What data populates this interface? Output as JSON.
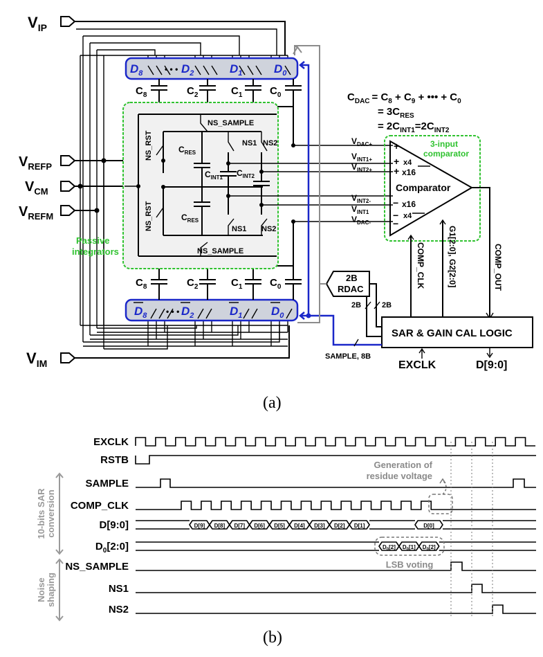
{
  "caption_a": "(a)",
  "caption_b": "(b)",
  "ports": {
    "vip": "V",
    "vip_sub": "IP",
    "vrefp": "V",
    "vrefp_sub": "REFP",
    "vcm": "V",
    "vcm_sub": "CM",
    "vrefm": "V",
    "vrefm_sub": "REFM",
    "vim": "V",
    "vim_sub": "IM"
  },
  "dac_top": {
    "d8": "D",
    "d8_sub": "8",
    "d2": "D",
    "d2_sub": "2",
    "d1": "D",
    "d1_sub": "1",
    "d0": "D",
    "d0_sub": "0",
    "dots": "• • •"
  },
  "dac_bot": {
    "d8": "D",
    "d8_sub": "8",
    "d2": "D",
    "d2_sub": "2",
    "d1": "D",
    "d1_sub": "1",
    "d0": "D",
    "d0_sub": "0",
    "dots": "• • •"
  },
  "caps": {
    "c8": "C",
    "c8_sub": "8",
    "c2": "C",
    "c2_sub": "2",
    "c1": "C",
    "c1_sub": "1",
    "c0": "C",
    "c0_sub": "0"
  },
  "equation": {
    "line1": "C",
    "line1_sub": "DAC",
    "line1_rest": "= C",
    "l1s8": "8",
    "l1p": " + C",
    "l1s9": "9",
    "l1d": " +  ••• + C",
    "l1s0": "0",
    "line2": "= 3C",
    "line2_sub": "RES",
    "line3": "= 2C",
    "line3_sub": "INT1",
    "line3_mid": "=2C",
    "line3_sub2": "INT2"
  },
  "integrator": {
    "ns_sample": "NS_SAMPLE",
    "ns_rst": "NS_RST",
    "ns1": "NS1",
    "ns2": "NS2",
    "cres": "C",
    "cres_sub": "RES",
    "cint1": "C",
    "cint1_sub": "INT1",
    "cint2": "C",
    "cint2_sub": "INT2",
    "label1": "Passive",
    "label2": "integrators"
  },
  "comparator": {
    "box_label1": "3-input",
    "box_label2": "comparator",
    "name": "Comparator",
    "x4": "x4",
    "x16": "x16",
    "vdacp": "V",
    "vdacp_sub": "DAC+",
    "vint1p": "V",
    "vint1p_sub": "INT1+",
    "vint2p": "V",
    "vint2p_sub": "INT2+",
    "vint2m": "V",
    "vint2m_sub": "INT2-",
    "vint1m": "V",
    "vint1m_sub": "INT1",
    "vdacm": "V",
    "vdacm_sub": "DAC-"
  },
  "logic": {
    "sar": "SAR  & GAIN CAL LOGIC",
    "comp_clk": "COMP_CLK",
    "g": "G1[2:0], G2[2:0]",
    "comp_out": "COMP_OUT",
    "exclk": "EXCLK",
    "dout": "D[9:0]",
    "sample8b": "SAMPLE, 8B",
    "rdac1": "2B",
    "rdac2": "RDAC",
    "b2a": "2B",
    "b2b": "2B"
  },
  "timing": {
    "signals": [
      "EXCLK",
      "RSTB",
      "SAMPLE",
      "COMP_CLK",
      "D[9:0]",
      "D",
      "NS_SAMPLE",
      "NS1",
      "NS2"
    ],
    "d0_label_sub": "0",
    "d0_label_rest": "[2:0]",
    "group1_line1": "10-bits SAR",
    "group1_line2": "conversion",
    "group2_line1": "Noise",
    "group2_line2": "shaping",
    "ann_residue1": "Generation of",
    "ann_residue2": "residue voltage",
    "ann_lsb": "LSB voting",
    "d_bits": [
      "D[9]",
      "D[8]",
      "D[7]",
      "D[6]",
      "D[5]",
      "D[4]",
      "D[3]",
      "D[2]",
      "D[1]",
      "D[0]"
    ],
    "d0_bits": [
      "D",
      "D",
      "D"
    ],
    "d0_bits_sub": [
      "0",
      "0",
      "0"
    ],
    "d0_bits_rest": [
      "[2]",
      "[1]",
      "[2]"
    ]
  }
}
